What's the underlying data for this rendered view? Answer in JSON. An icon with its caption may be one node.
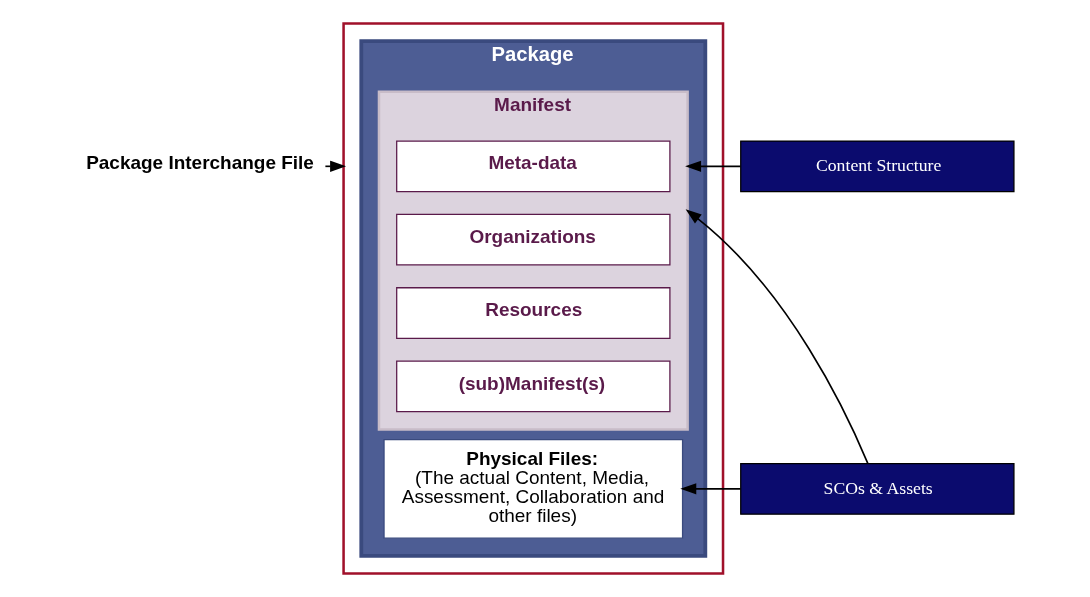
{
  "diagram": {
    "nodes": [
      {
        "text": [
          "Package Interchange File"
        ]
      },
      {
        "text": [],
        "shape": "box"
      },
      {
        "text": [
          "Package"
        ],
        "in": 1
      },
      {
        "text": [
          "Manifest"
        ],
        "in": 2
      },
      {
        "text": [
          "Meta-data"
        ],
        "in": 3
      },
      {
        "text": [
          "Organizations"
        ],
        "in": 3
      },
      {
        "text": [
          "Resources"
        ],
        "in": 3
      },
      {
        "text": [
          "(sub)Manifest(s)"
        ],
        "in": 3
      },
      {
        "text": [
          "Physical Files:",
          "(The actual Content, Media, Assessment, Collaboration and other files)"
        ],
        "in": 2
      },
      {
        "text": [
          "Content Structure"
        ]
      },
      {
        "text": [
          "SCOs & Assets"
        ]
      }
    ],
    "edges": [
      {
        "from": 0,
        "to": 1,
        "arrow": "to"
      },
      {
        "from": 9,
        "to": 3,
        "arrow": "to"
      },
      {
        "from": 10,
        "to": 3,
        "arrow": "to"
      },
      {
        "from": 10,
        "to": 8,
        "arrow": "to"
      }
    ]
  }
}
